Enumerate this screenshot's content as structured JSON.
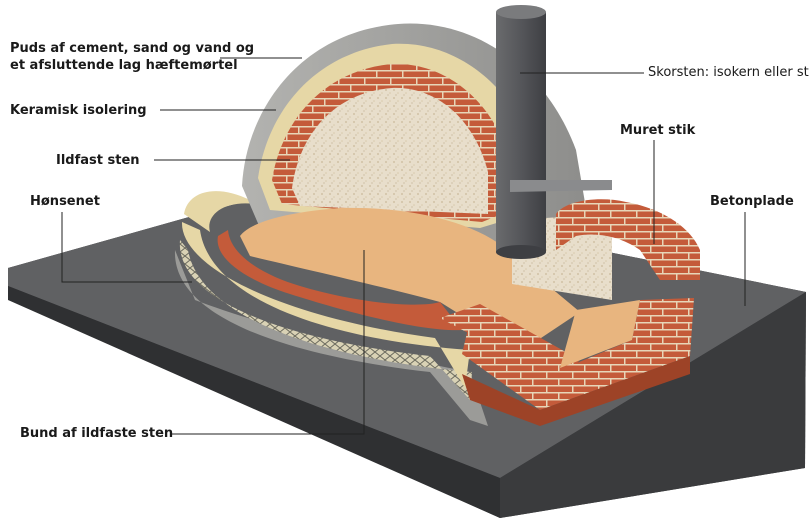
{
  "labels": {
    "plaster_line1": "Puds af cement, sand og vand og",
    "plaster_line2": "et afsluttende lag hæftemørtel",
    "ceramic_insulation": "Keramisk isolering",
    "firebrick": "Ildfast sten",
    "chicken_wire": "Hønsenet",
    "floor": "Bund af ildfaste sten",
    "chimney": "Skorsten: isokern eller stål",
    "arch": "Muret stik",
    "concrete_slab": "Betonplade"
  },
  "colors": {
    "slab_top": "#5e5f61",
    "slab_side": "#3e3f41",
    "plaster": "#9d9d9b",
    "insulation": "#e6d7a6",
    "brick": "#c45b3a",
    "brick_dark": "#9d4327",
    "floor": "#e8b57f",
    "speckle": "#e9dfcd",
    "chimney": "#5b5c5e",
    "leader_line": "#222222"
  }
}
